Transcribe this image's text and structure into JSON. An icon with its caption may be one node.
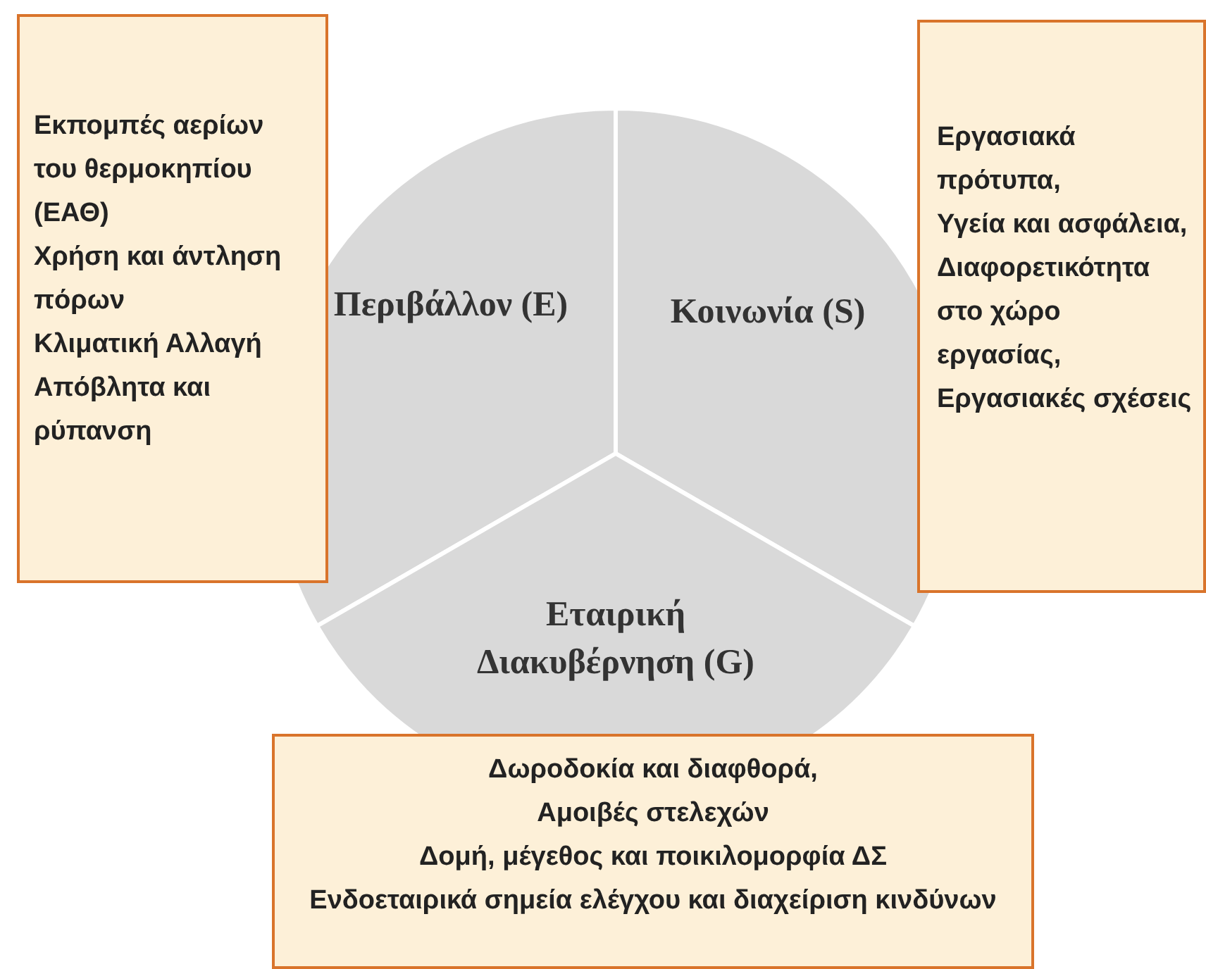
{
  "diagram": {
    "nodes": [
      {
        "text": [
          "Περιβάλλον (E)"
        ]
      },
      {
        "text": [
          "Κοινωνία (S)"
        ]
      },
      {
        "text": [
          "Εταιρική Διακυβέρνηση (G)"
        ]
      },
      {
        "text": [
          "Εκπομπές αερίων του θερμοκηπίου (ΕΑΘ)",
          "Χρήση και άντληση πόρων",
          "Κλιματική Αλλαγή",
          "Απόβλητα και ρύπανση"
        ]
      },
      {
        "text": [
          "Εργασιακά πρότυπα,",
          "Υγεία και ασφάλεια,",
          "Διαφορετικότητα στο χώρο εργασίας,",
          "Εργασιακές σχέσεις"
        ]
      },
      {
        "text": [
          "Δωροδοκία και διαφθορά,",
          "Αμοιβές στελεχών",
          "Δομή, μέγεθος και ποικιλομορφία ΔΣ",
          "Ενδοεταιρικά σημεία ελέγχου και διαχείριση κινδύνων"
        ]
      }
    ],
    "edges": []
  }
}
